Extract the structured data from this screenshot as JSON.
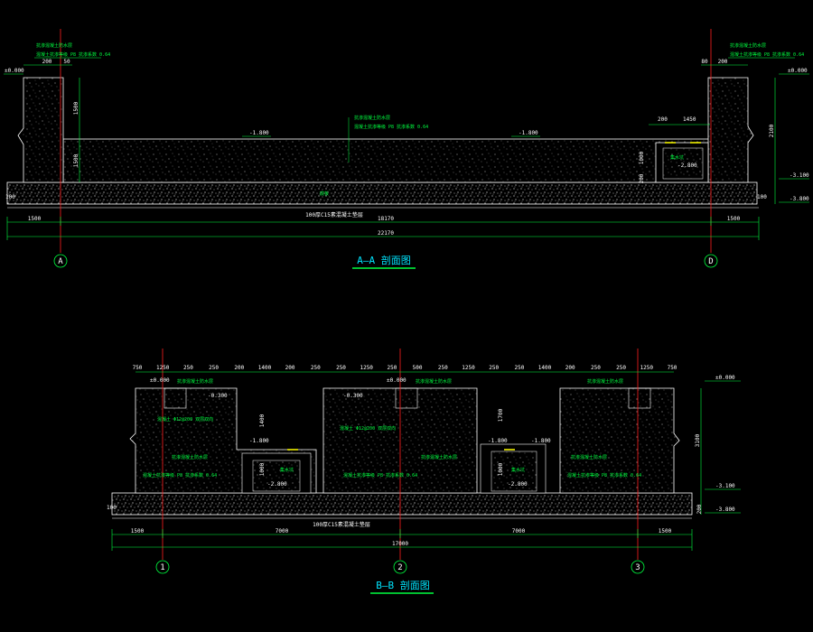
{
  "colors": {
    "background": "#000000",
    "outline": "#ffffff",
    "dimension": "#00ff40",
    "gridline": "#ff2020",
    "title": "#00e5ff",
    "hatch": "#cfcfcf",
    "accent": "#ffff00"
  },
  "section_aa": {
    "title": "A—A 剖面图",
    "grid_left": "A",
    "grid_right": "D",
    "top_dims": [
      "200",
      "50",
      "80",
      "200"
    ],
    "dims_bottom_row1": [
      "1500",
      "18170",
      "1500"
    ],
    "dim_total": "22170",
    "base_label": "100厚C15素混凝土垫层",
    "levels": [
      "±0.000",
      "±0.000",
      "-1.800",
      "-1.800",
      "-2.800",
      "-3.100",
      "-3.800"
    ],
    "vertical_dims": [
      "1500",
      "1500",
      "2100",
      "1000",
      "200",
      "100",
      "100"
    ],
    "small_dims": [
      "200",
      "1450"
    ],
    "notes": [
      "抗渗混凝土防水层",
      "混凝土抗渗等级 P8 抗渗系数 0.64",
      "集水坑",
      "底板"
    ]
  },
  "section_bb": {
    "title": "B—B 剖面图",
    "grid_labels": [
      "1",
      "2",
      "3"
    ],
    "top_dims": [
      "750",
      "1250",
      "250",
      "250",
      "200",
      "1400",
      "200",
      "250",
      "250",
      "1250",
      "250",
      "500",
      "250",
      "1250",
      "250",
      "250",
      "1400",
      "200",
      "250",
      "250",
      "1250",
      "750"
    ],
    "dims_bottom_row1": [
      "1500",
      "7000",
      "7000",
      "1500"
    ],
    "dim_total": "17000",
    "base_label": "100厚C15素混凝土垫层",
    "levels": [
      "±0.000",
      "±0.000",
      "±0.000",
      "-0.300",
      "-0.300",
      "-1.800",
      "-1.800",
      "-1.800",
      "-2.800",
      "-2.800",
      "-3.100",
      "-3.800"
    ],
    "vertical_dims": [
      "1400",
      "1700",
      "1000",
      "1000",
      "3100",
      "200",
      "100"
    ],
    "notes": [
      "抗渗混凝土防水层",
      "混凝土 Φ12@200 双层双向",
      "集水坑",
      "混凝土抗渗等级 P8 抗渗系数 0.64"
    ]
  }
}
